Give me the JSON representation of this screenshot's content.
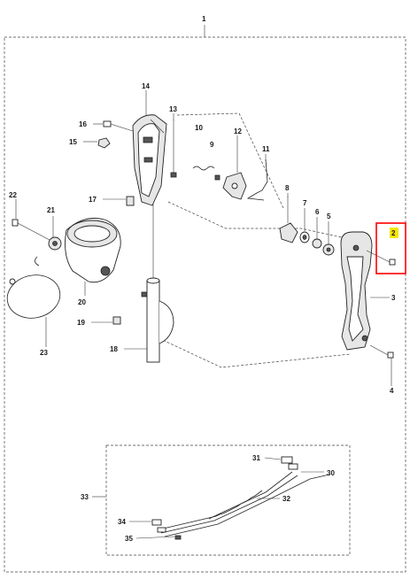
{
  "diagram": {
    "title_number": "1",
    "highlight_color": "#ff0000",
    "highlight_label_bg": "#f5e600",
    "highlighted_part": "2",
    "callouts": [
      {
        "id": "c1",
        "label": "2"
      },
      {
        "id": "c2",
        "label": "3"
      },
      {
        "id": "c3",
        "label": "4"
      },
      {
        "id": "c4",
        "label": "5"
      },
      {
        "id": "c5",
        "label": "6"
      },
      {
        "id": "c6",
        "label": "7"
      },
      {
        "id": "c7",
        "label": "8"
      },
      {
        "id": "c8",
        "label": "9"
      },
      {
        "id": "c9",
        "label": "10"
      },
      {
        "id": "c10",
        "label": "11"
      },
      {
        "id": "c11",
        "label": "12"
      },
      {
        "id": "c12",
        "label": "13"
      },
      {
        "id": "c13",
        "label": "14"
      },
      {
        "id": "c14",
        "label": "15"
      },
      {
        "id": "c15",
        "label": "16"
      },
      {
        "id": "c16",
        "label": "17"
      },
      {
        "id": "c17",
        "label": "18"
      },
      {
        "id": "c18",
        "label": "19"
      },
      {
        "id": "c19",
        "label": "20"
      },
      {
        "id": "c20",
        "label": "21"
      },
      {
        "id": "c21",
        "label": "22"
      },
      {
        "id": "c22",
        "label": "23"
      },
      {
        "id": "c23",
        "label": "30"
      },
      {
        "id": "c24",
        "label": "31"
      },
      {
        "id": "c25",
        "label": "32"
      },
      {
        "id": "c26",
        "label": "33"
      },
      {
        "id": "c27",
        "label": "34"
      },
      {
        "id": "c28",
        "label": "35"
      }
    ]
  }
}
